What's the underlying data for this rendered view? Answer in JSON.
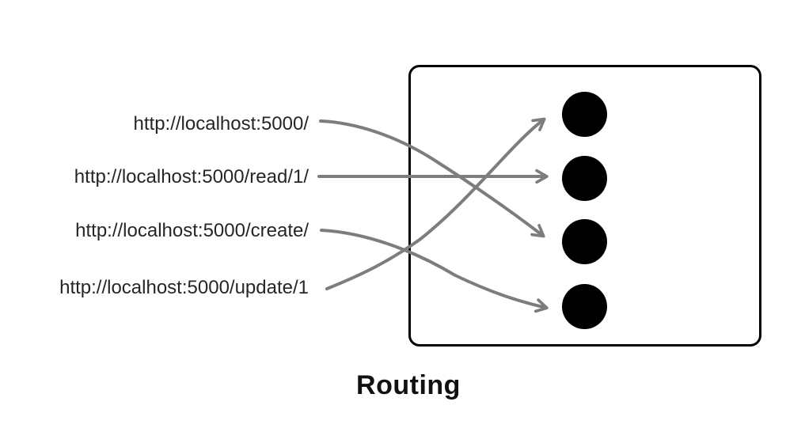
{
  "diagram": {
    "title": "Routing",
    "urls": [
      {
        "text": "http://localhost:5000/",
        "maps_to_dot": 3
      },
      {
        "text": "http://localhost:5000/read/1/",
        "maps_to_dot": 2
      },
      {
        "text": "http://localhost:5000/create/",
        "maps_to_dot": 4
      },
      {
        "text": "http://localhost:5000/update/1",
        "maps_to_dot": 1
      }
    ],
    "dot_count": 4,
    "colors": {
      "background": "#ffffff",
      "text": "#262626",
      "arrow": "#7d7d7d",
      "box_border": "#000000",
      "dot_fill": "#000000",
      "title": "#111111"
    }
  }
}
